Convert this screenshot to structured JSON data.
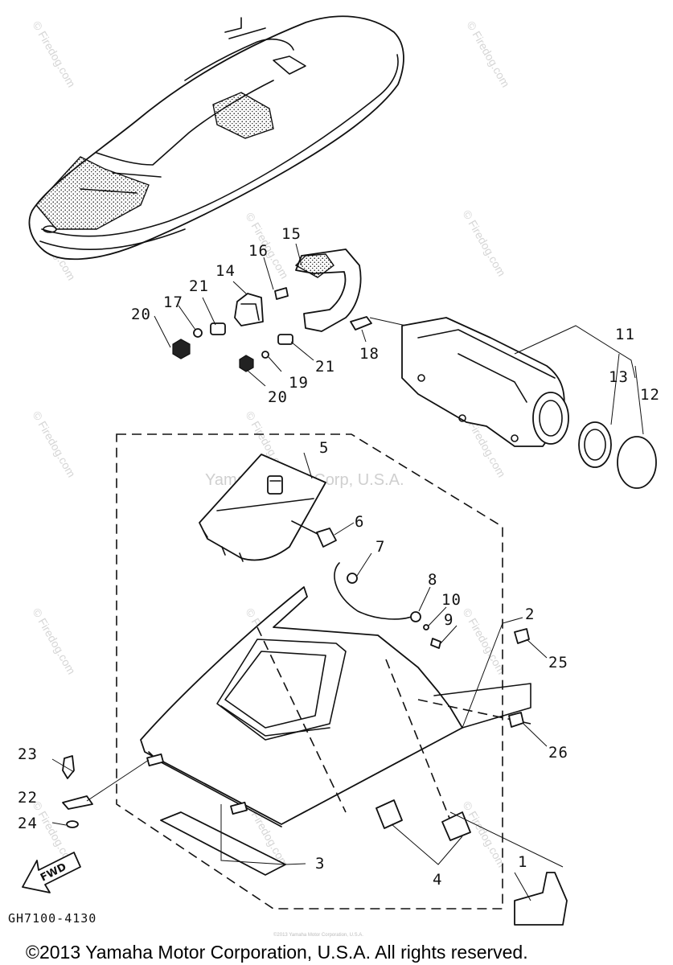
{
  "diagram": {
    "callouts": [
      "1",
      "2",
      "3",
      "4",
      "5",
      "6",
      "7",
      "8",
      "9",
      "10",
      "11",
      "12",
      "13",
      "14",
      "15",
      "16",
      "17",
      "18",
      "19",
      "20",
      "20",
      "21",
      "21",
      "22",
      "23",
      "24",
      "25",
      "26"
    ],
    "drawing_code": "GH7100-4130",
    "fwd_label": "FWD",
    "watermark_center": "Yamaha Motor Corp, U.S.A.",
    "watermark_side": "© Firedog.com",
    "tiny_copyright": "©2013 Yamaha Motor Corporation, U.S.A."
  },
  "footer": {
    "copyright": "©2013 Yamaha Motor Corporation, U.S.A. All rights reserved."
  }
}
